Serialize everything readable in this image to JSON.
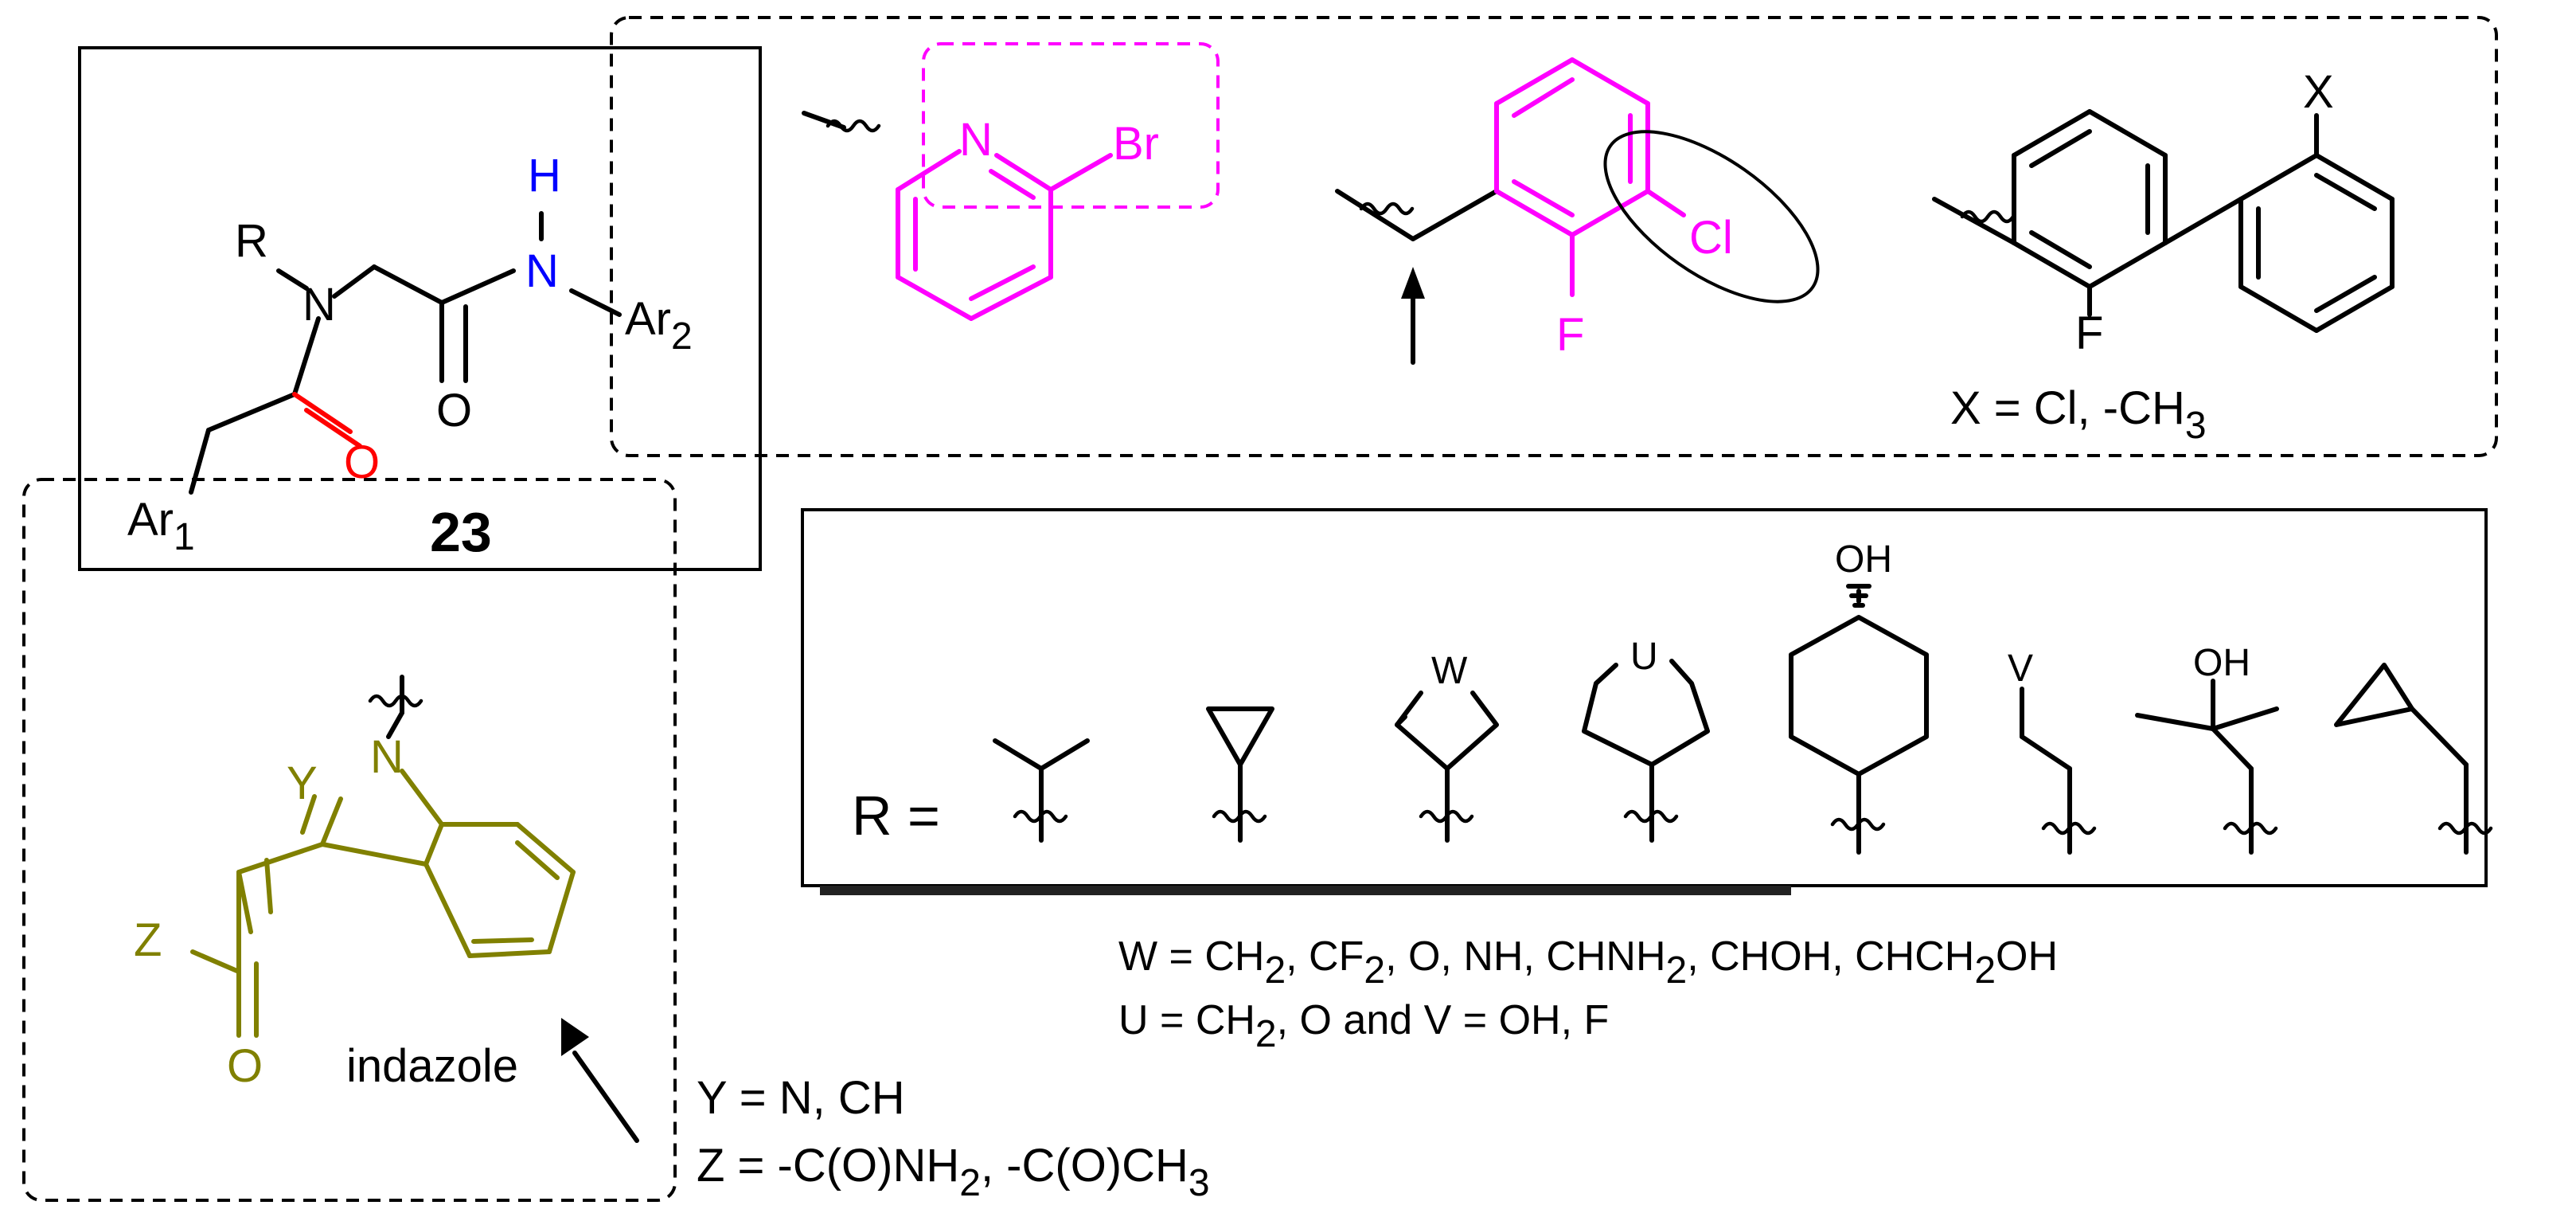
{
  "compound": {
    "number": "23",
    "atoms": {
      "R": "R",
      "N_amine": "N",
      "H": "H",
      "N_amide": "N",
      "O_amide": "O",
      "O_carbonyl": "O",
      "Ar1": "Ar",
      "Ar1_sub": "1",
      "Ar2": "Ar",
      "Ar2_sub": "2"
    }
  },
  "ar2_options": {
    "pyridine": {
      "N": "N",
      "Br": "Br"
    },
    "benzyl": {
      "Cl": "Cl",
      "F": "F"
    },
    "biphenyl": {
      "X": "X",
      "F": "F",
      "def_prefix": "X = Cl, -CH",
      "def_sub": "3"
    }
  },
  "ar1_option": {
    "Y": "Y",
    "N": "N",
    "Z": "Z",
    "O": "O",
    "ring_name": "indazole",
    "y_def": "Y = N, CH",
    "z_def_a": "Z = -C(O)NH",
    "z_def_sub1": "2",
    "z_def_b": ", -C(O)CH",
    "z_def_sub2": "3"
  },
  "r_groups": {
    "label": "R =",
    "W": "W",
    "U": "U",
    "OH_cyclohexyl": "OH",
    "V": "V",
    "OH_tertiary": "OH"
  },
  "definitions": {
    "w_line": [
      "W = CH",
      "2",
      ", CF",
      "2",
      ", O, NH, CHNH",
      "2",
      ", CHOH, CHCH",
      "2",
      "OH"
    ],
    "u_line": [
      "U = CH",
      "2",
      ", O and V = OH, F"
    ]
  },
  "colors": {
    "black": "#000000",
    "magenta": "#ff00ff",
    "olive": "#808000",
    "red": "#ff0000",
    "blue": "#0000ff"
  }
}
